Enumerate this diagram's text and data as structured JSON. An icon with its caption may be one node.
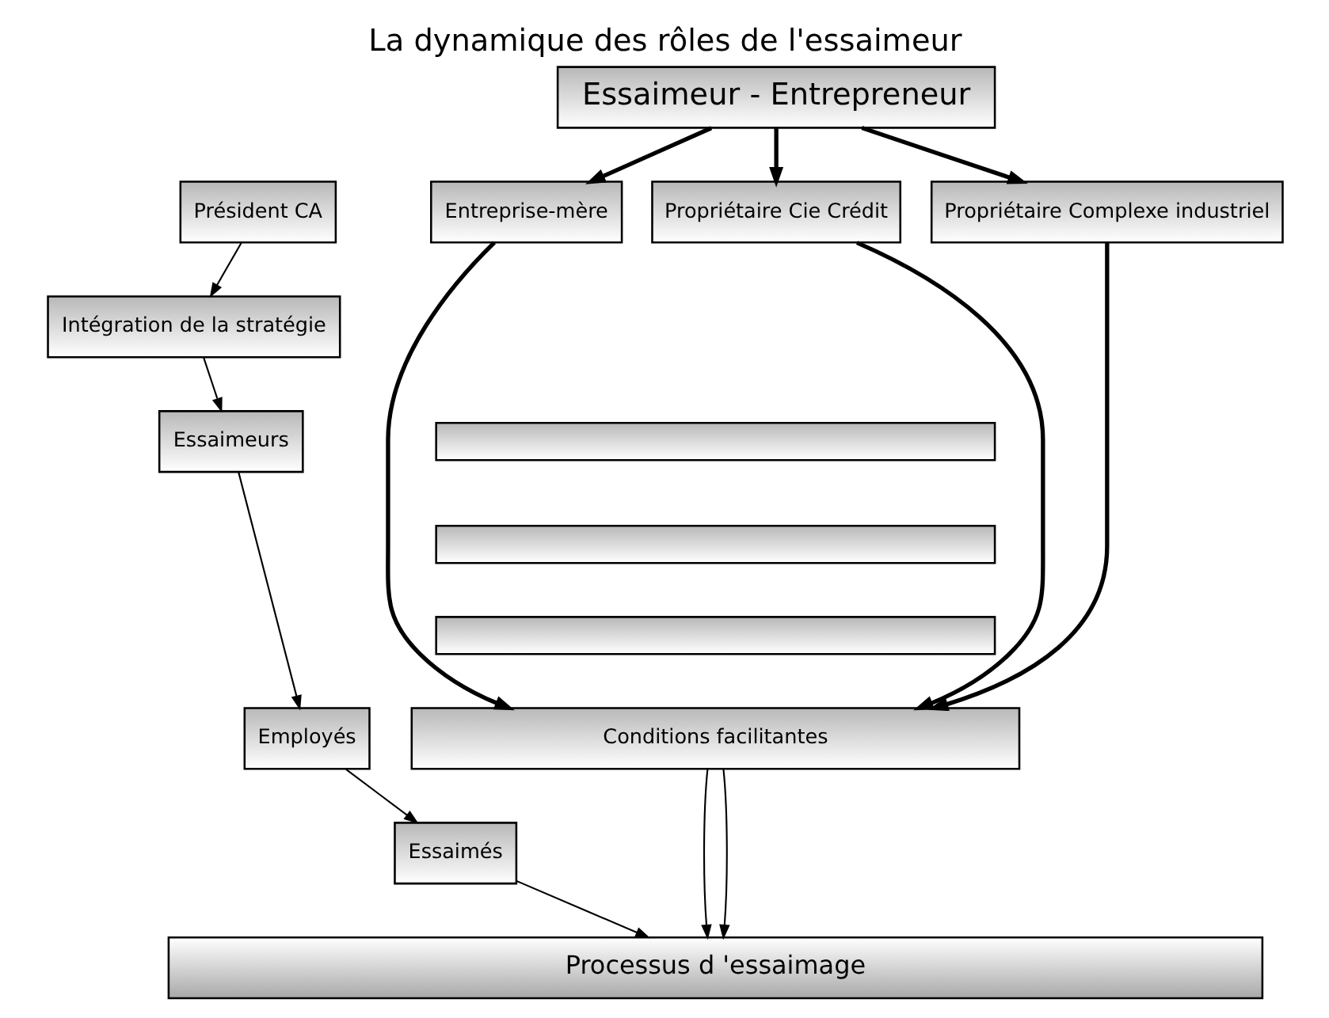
{
  "diagram": {
    "title": "La dynamique des rôles de l'essaimeur",
    "nodes": [
      {
        "text": [
          "Essaimeur - Entrepreneur"
        ]
      },
      {
        "text": [
          "Président CA"
        ]
      },
      {
        "text": [
          "Entreprise-mère"
        ]
      },
      {
        "text": [
          "Propriétaire Cie Crédit"
        ]
      },
      {
        "text": [
          "Propriétaire Complexe industriel"
        ]
      },
      {
        "text": [
          "Intégration de la stratégie"
        ]
      },
      {
        "text": [
          "Essaimeurs"
        ]
      },
      {
        "text": [
          "Employés"
        ]
      },
      {
        "text": [
          "Essaimés"
        ]
      },
      {
        "text": [],
        "shape": "box"
      },
      {
        "text": [],
        "shape": "box"
      },
      {
        "text": [],
        "shape": "box"
      },
      {
        "text": [
          "Conditions facilitantes"
        ]
      },
      {
        "text": [
          "Processus d 'essaimage"
        ]
      }
    ],
    "edges": [
      {
        "from": 0,
        "to": 2,
        "arrow": "to",
        "style": "thick"
      },
      {
        "from": 0,
        "to": 3,
        "arrow": "to",
        "style": "thick"
      },
      {
        "from": 0,
        "to": 4,
        "arrow": "to",
        "style": "thick"
      },
      {
        "from": 1,
        "to": 5,
        "arrow": "to"
      },
      {
        "from": 5,
        "to": 6,
        "arrow": "to"
      },
      {
        "from": 6,
        "to": 7,
        "arrow": "to"
      },
      {
        "from": 7,
        "to": 8,
        "arrow": "to"
      },
      {
        "from": 8,
        "to": 13,
        "arrow": "to"
      },
      {
        "from": 2,
        "to": 12,
        "arrow": "to",
        "style": "thick"
      },
      {
        "from": 3,
        "to": 12,
        "arrow": "to",
        "style": "thick"
      },
      {
        "from": 4,
        "to": 12,
        "arrow": "to",
        "style": "thick"
      },
      {
        "from": 12,
        "to": 13,
        "arrow": "to"
      },
      {
        "from": 12,
        "to": 13,
        "arrow": "to"
      }
    ]
  }
}
